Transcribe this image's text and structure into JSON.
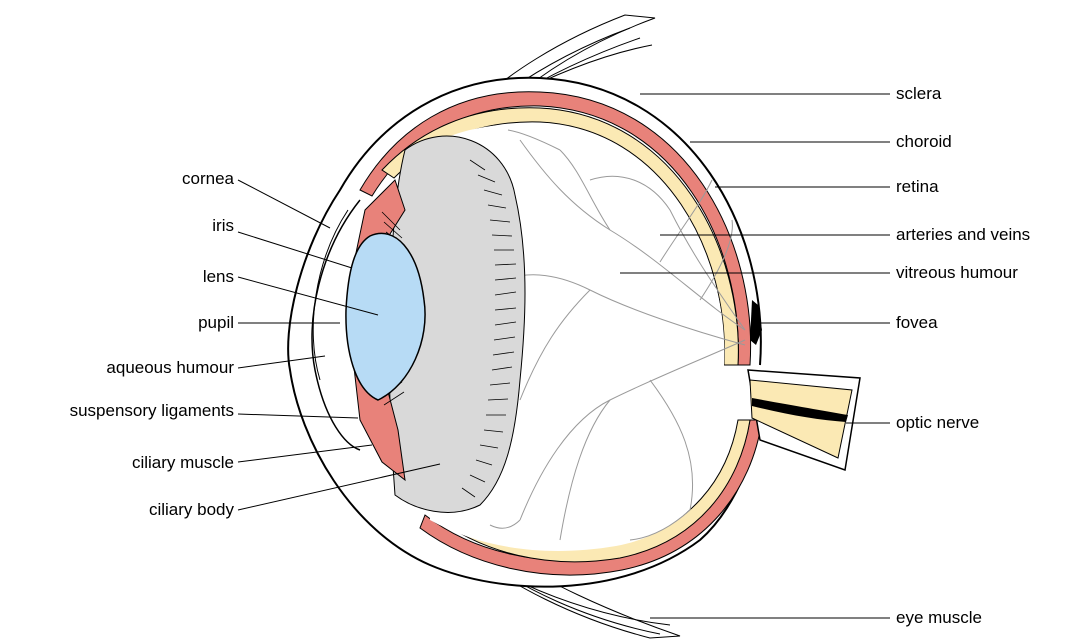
{
  "colors": {
    "outline": "#000000",
    "choroid": "#e8827a",
    "retina": "#fbe9b4",
    "lens": "#b7dbf5",
    "ciliary_body": "#d9d9d9",
    "vessels": "#9a9a9a",
    "optic_nerve": "#fbe9b4"
  },
  "labels_left": [
    {
      "key": "cornea",
      "text": "cornea"
    },
    {
      "key": "iris",
      "text": "iris"
    },
    {
      "key": "lens",
      "text": "lens"
    },
    {
      "key": "pupil",
      "text": "pupil"
    },
    {
      "key": "aqueous",
      "text": "aqueous humour"
    },
    {
      "key": "suspensory",
      "text": "suspensory ligaments"
    },
    {
      "key": "ciliary_muscle",
      "text": "ciliary muscle"
    },
    {
      "key": "ciliary_body",
      "text": "ciliary body"
    }
  ],
  "labels_right": [
    {
      "key": "sclera",
      "text": "sclera"
    },
    {
      "key": "choroid",
      "text": "choroid"
    },
    {
      "key": "retina",
      "text": "retina"
    },
    {
      "key": "arteries",
      "text": "arteries and veins"
    },
    {
      "key": "vitreous",
      "text": "vitreous humour"
    },
    {
      "key": "fovea",
      "text": "fovea"
    },
    {
      "key": "optic_nerve",
      "text": "optic nerve"
    },
    {
      "key": "eye_muscle",
      "text": "eye muscle"
    }
  ]
}
